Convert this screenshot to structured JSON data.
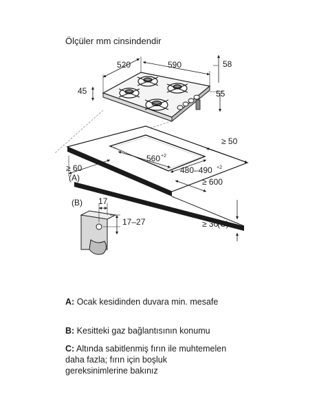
{
  "header": {
    "title": "Ölçüler mm cinsindendir"
  },
  "dimensions": {
    "hob_depth": "520",
    "hob_width": "590",
    "hob_height_total": "58",
    "glass_thickness": "45",
    "body_height": "55",
    "cutout_width": "560",
    "cutout_width_tol": "+2",
    "cutout_depth": "480–490",
    "cutout_depth_tol": "+2",
    "rear_wall_min": "≥ 50",
    "front_min": "≥ 60",
    "side_wall_min": "≥ 600",
    "oven_min": "≥ 30",
    "detail_width": "17",
    "detail_height": "17–27"
  },
  "markers": {
    "a": "(A)",
    "b": "(B)",
    "c": "(C)"
  },
  "notes": {
    "a_key": "A:",
    "a_text": "Ocak kesidinden duvara min. mesafe",
    "b_key": "B:",
    "b_text": "Kesitteki gaz bağlantısının konumu",
    "c_key": "C:",
    "c_line1": "Altında sabitlenmiş fırın ile muhtemelen",
    "c_line2": "daha fazla; fırın için boşluk",
    "c_line3": "gereksinimlerine bakınız"
  }
}
